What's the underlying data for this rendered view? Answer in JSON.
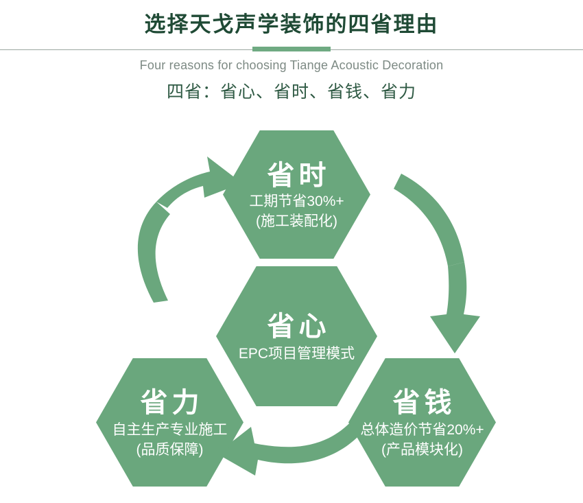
{
  "header": {
    "title": "选择天戈声学装饰的四省理由",
    "subtitle_en": "Four reasons for choosing Tiange Acoustic Decoration",
    "subtitle_cn": "四省：省心、省时、省钱、省力"
  },
  "colors": {
    "hex_fill": "#6aa77d",
    "arrow_fill": "#6aa77d",
    "title": "#1f4a35",
    "subtitle_en": "#7d8a84",
    "subtitle_cn": "#2f5a44",
    "accent_bar": "#6faa82",
    "rule_line": "#9aa6a0",
    "hex_text": "#ffffff",
    "background": "#ffffff"
  },
  "diagram": {
    "nodes": [
      {
        "id": "top",
        "title": "省时",
        "line1": "工期节省30%+",
        "line2": "(施工装配化)"
      },
      {
        "id": "center",
        "title": "省心",
        "line1": "EPC项目管理模式",
        "line2": ""
      },
      {
        "id": "left",
        "title": "省力",
        "line1": "自主生产专业施工",
        "line2": "(品质保障)"
      },
      {
        "id": "right",
        "title": "省钱",
        "line1": "总体造价节省20%+",
        "line2": "(产品模块化)"
      }
    ],
    "arrows": [
      {
        "id": "left-up",
        "from": "省力",
        "to": "省时",
        "direction": "counter-clockwise-up"
      },
      {
        "id": "right-down",
        "from": "省时",
        "to": "省钱",
        "direction": "clockwise-down"
      },
      {
        "id": "bottom-left",
        "from": "省钱",
        "to": "省力",
        "direction": "right-to-left"
      }
    ]
  }
}
